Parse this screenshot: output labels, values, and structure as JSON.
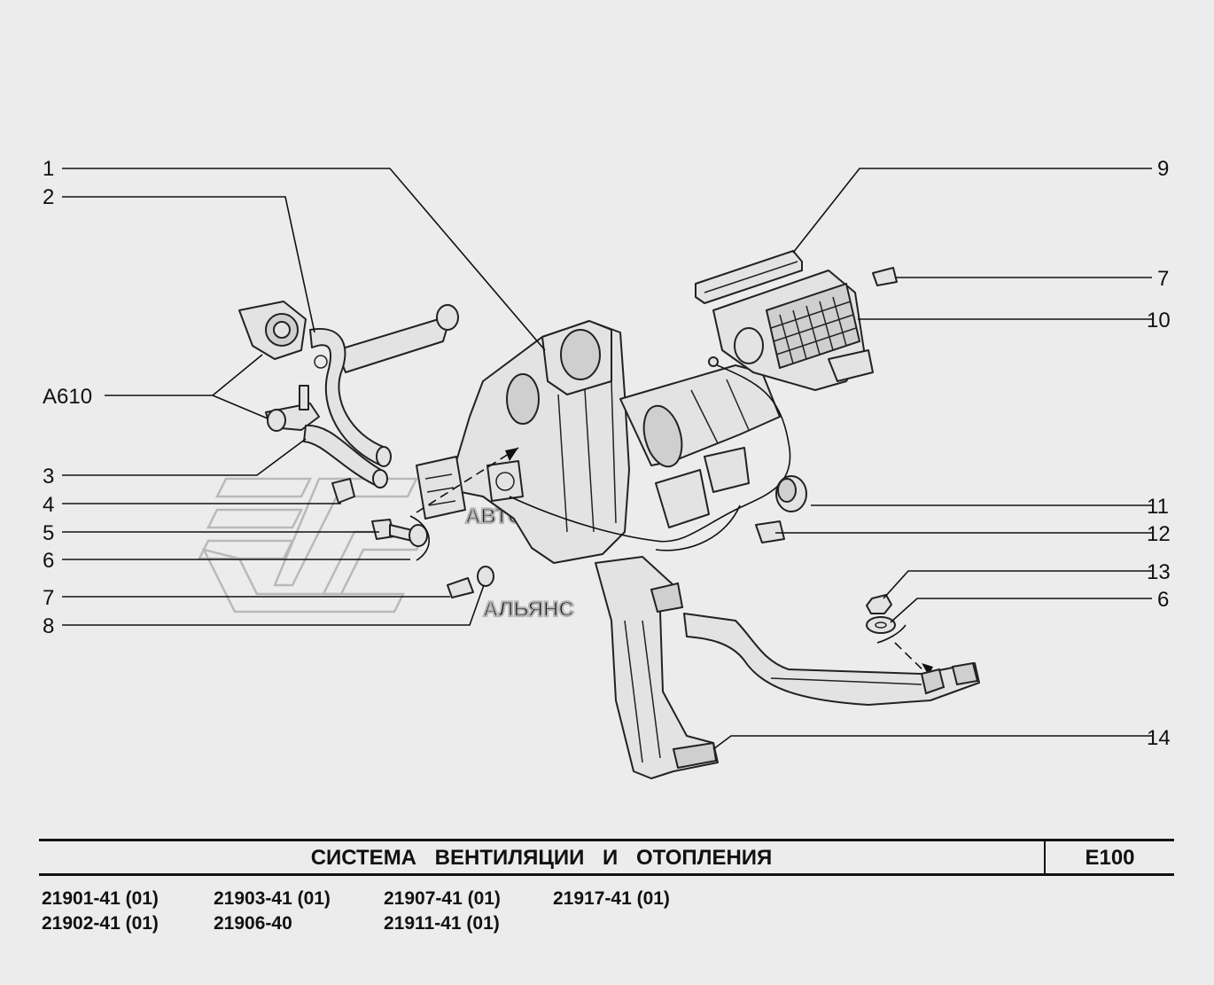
{
  "diagram": {
    "watermark": [
      "АВТО",
      "АЛЬЯНС"
    ],
    "callouts_left": [
      {
        "id": "c1",
        "label": "1"
      },
      {
        "id": "c2",
        "label": "2"
      },
      {
        "id": "ca610",
        "label": "A610"
      },
      {
        "id": "c3",
        "label": "3"
      },
      {
        "id": "c4",
        "label": "4"
      },
      {
        "id": "c5",
        "label": "5"
      },
      {
        "id": "c6",
        "label": "6"
      },
      {
        "id": "c7",
        "label": "7"
      },
      {
        "id": "c8",
        "label": "8"
      }
    ],
    "callouts_right": [
      {
        "id": "r9",
        "label": "9"
      },
      {
        "id": "r7",
        "label": "7"
      },
      {
        "id": "r10",
        "label": "10"
      },
      {
        "id": "r11",
        "label": "11"
      },
      {
        "id": "r12",
        "label": "12"
      },
      {
        "id": "r13",
        "label": "13"
      },
      {
        "id": "r6",
        "label": "6"
      },
      {
        "id": "r14",
        "label": "14"
      }
    ]
  },
  "title": {
    "text": "СИСТЕМА ВЕНТИЛЯЦИИ И ОТОПЛЕНИЯ",
    "code": "E100"
  },
  "models": [
    "21901-41 (01)",
    "21903-41 (01)",
    "21907-41 (01)",
    "21917-41 (01)",
    "21902-41 (01)",
    "21906-40",
    "21911-41 (01)"
  ]
}
